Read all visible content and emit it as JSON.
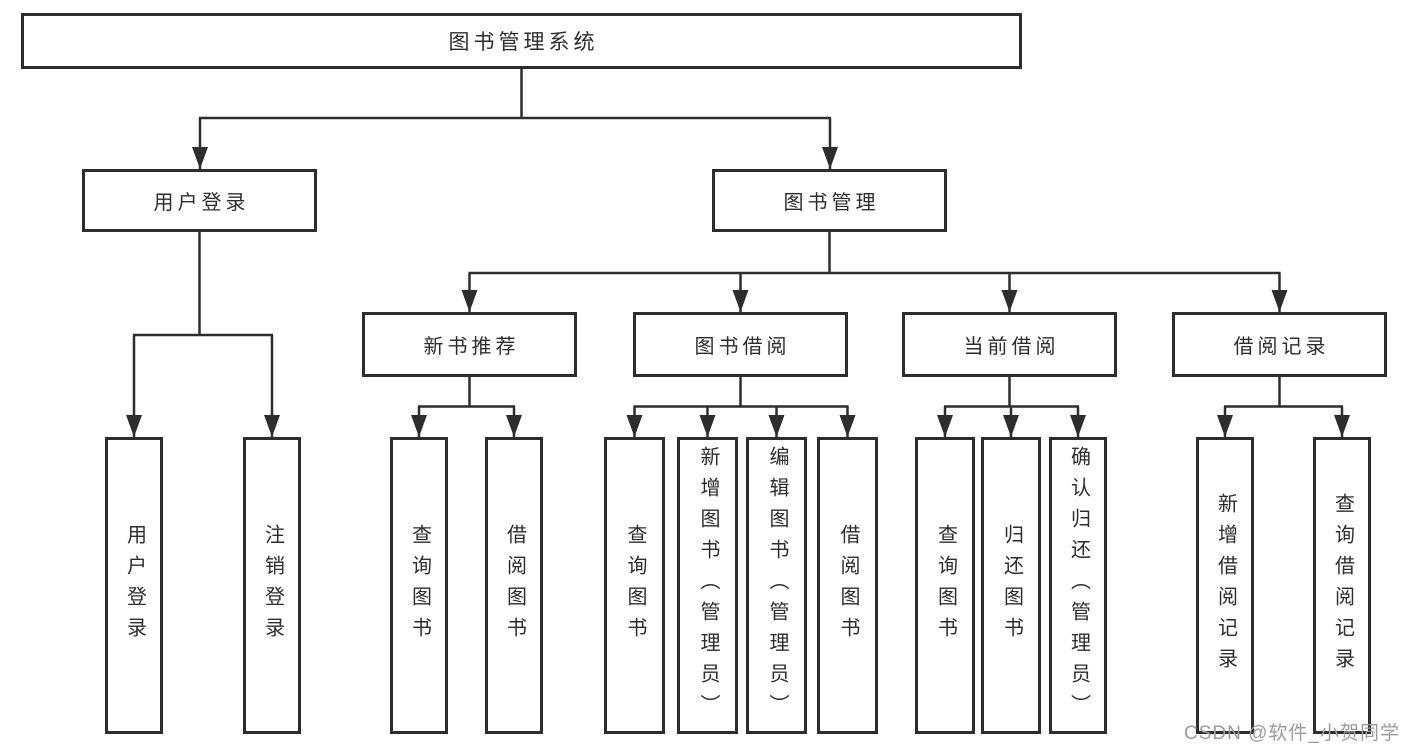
{
  "diagram": {
    "root": "图书管理系统",
    "branches": [
      {
        "label": "用户登录",
        "children": [
          "用户登录",
          "注销登录"
        ]
      },
      {
        "label": "图书管理",
        "children": [
          {
            "label": "新书推荐",
            "children": [
              "查询图书",
              "借阅图书"
            ]
          },
          {
            "label": "图书借阅",
            "children": [
              "查询图书",
              "新增图书（管理员）",
              "编辑图书（管理员）",
              "借阅图书"
            ]
          },
          {
            "label": "当前借阅",
            "children": [
              "查询图书",
              "归还图书",
              "确认归还（管理员）"
            ]
          },
          {
            "label": "借阅记录",
            "children": [
              "新增借阅记录",
              "查询借阅记录"
            ]
          }
        ]
      }
    ]
  },
  "watermark": {
    "text": "CSDN @软件_小贺同学"
  },
  "colors": {
    "line": "#2d2d2d",
    "box_border": "#2d2d2d",
    "box_bg": "#ffffff",
    "text": "#2d2d2d",
    "watermark": "#9b9b9b",
    "background": "#ffffff"
  }
}
